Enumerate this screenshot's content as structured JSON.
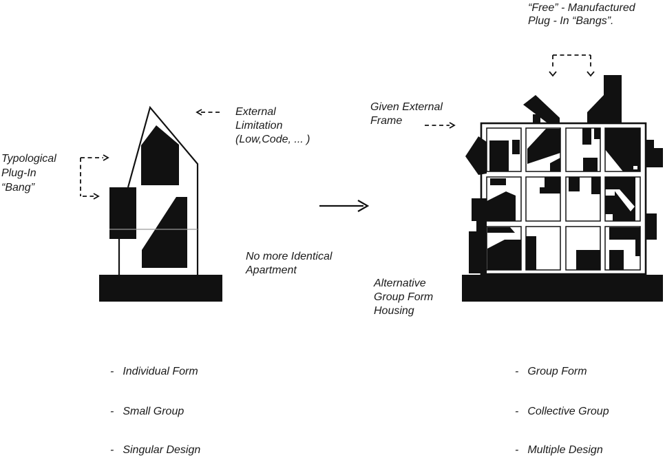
{
  "colors": {
    "ink": "#111111",
    "background": "#ffffff",
    "faint_line": "#9b9b9b"
  },
  "labels": {
    "typological": {
      "lines": [
        "Typological",
        "Plug-In",
        "“Bang”"
      ]
    },
    "external_limitation": {
      "lines": [
        "External",
        "Limitation",
        "(Low,Code, ... )"
      ]
    },
    "free_manufactured": {
      "lines": [
        "“Free” - Manufactured",
        "Plug - In “Bangs”."
      ]
    },
    "given_external": {
      "lines": [
        "Given External",
        "Frame"
      ]
    },
    "no_more": {
      "lines": [
        "No more Identical",
        "Apartment"
      ]
    },
    "alternative": {
      "lines": [
        "Alternative",
        "Group Form",
        "Housing"
      ]
    }
  },
  "lists": {
    "bullet": "-",
    "left": [
      "Individual Form",
      "Small Group",
      "Singular Design"
    ],
    "right": [
      "Group Form",
      "Collective Group",
      "Multiple Design"
    ]
  },
  "icons": {
    "solid_arrow": "→",
    "dashed_arrow_right": "⇢",
    "dashed_arrow_left": "⇠",
    "dashed_drop_arrow": "↓"
  }
}
